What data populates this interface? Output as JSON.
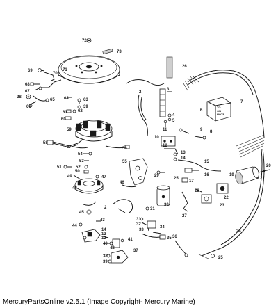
{
  "caption": "MercuryPartsOnline v2.5.1 (Image Copyright- Mercury Marine)",
  "labels": {
    "l72": "72",
    "l73": "73",
    "l69": "69",
    "l70": "70",
    "l71": "71",
    "l26": "26",
    "l68": "68",
    "l67": "67",
    "l28": "28",
    "l65": "65",
    "l66": "66",
    "l64": "64",
    "l63": "63",
    "l39": "39",
    "l62": "62",
    "l61": "61",
    "l60": "60",
    "l2a": "2",
    "l3": "3",
    "l4": "4",
    "l5": "5",
    "l11": "11",
    "l6": "6",
    "l7": "7",
    "l59": "59",
    "l58": "58",
    "l57": "57",
    "l56": "56",
    "l55": "55",
    "l54": "54",
    "l53": "53",
    "l51": "51",
    "l52": "52",
    "l50": "50",
    "l47": "47",
    "l49": "49",
    "l48": "48",
    "l46": "46",
    "l9": "9",
    "l8": "8",
    "l10": "10",
    "l12": "12",
    "l13": "13",
    "l14a": "14",
    "l29": "29",
    "l15": "15",
    "l16": "16",
    "l17": "17",
    "l18": "18",
    "l19": "19",
    "l20": "20",
    "l21": "21",
    "l22": "22",
    "l23": "23",
    "l25a": "25",
    "l2b": "2",
    "l45": "45",
    "l31a": "31",
    "l30": "30",
    "l43": "43",
    "l44": "44",
    "l14b": "14",
    "l13b": "13",
    "l12b": "12",
    "l31b": "31",
    "l32": "32",
    "l33": "33",
    "l34": "34",
    "l27": "27",
    "l24": "24",
    "l40": "40",
    "l41": "41",
    "l42": "42",
    "l36": "36",
    "l37": "37",
    "l38": "38",
    "l39b": "39",
    "l35": "35",
    "l25b": "25"
  },
  "box_text": {
    "line1": "TO",
    "line2": "ON",
    "line3": "HOTE"
  }
}
